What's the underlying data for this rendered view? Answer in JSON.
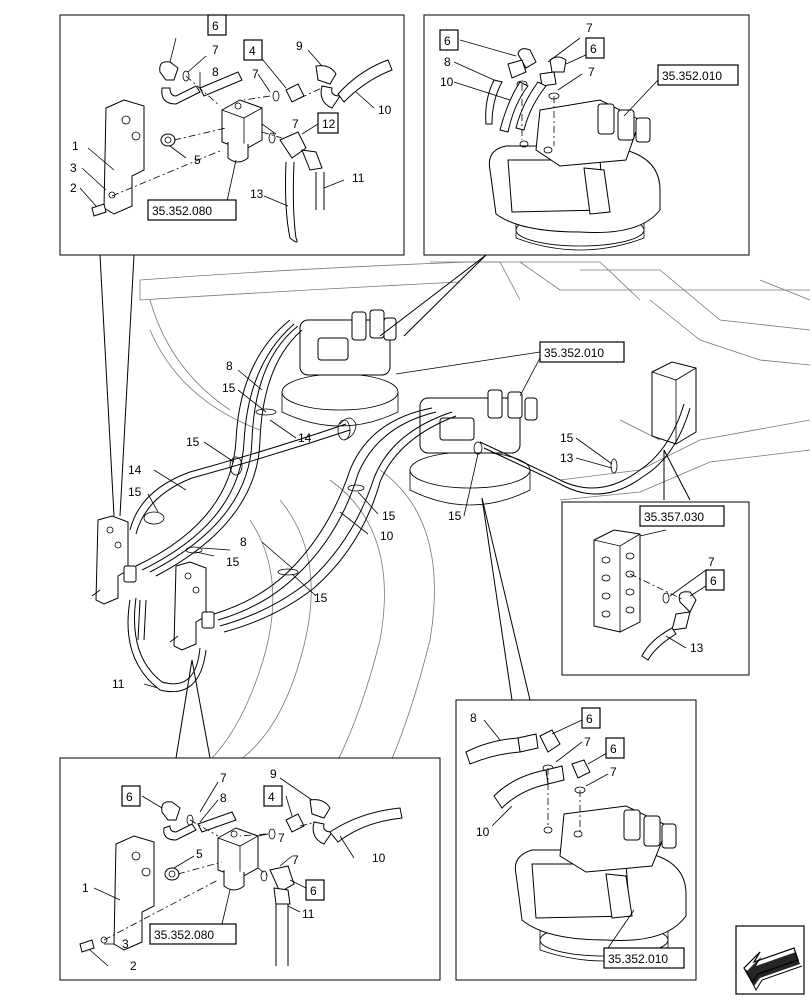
{
  "callouts": {
    "n1": "1",
    "n2": "2",
    "n3": "3",
    "n4": "4",
    "n5": "5",
    "n6": "6",
    "n7": "7",
    "n8": "8",
    "n9": "9",
    "n10": "10",
    "n11": "11",
    "n12": "12",
    "n13": "13",
    "n14": "14",
    "n15": "15"
  },
  "references": {
    "valve_block": "35.352.080",
    "motor": "35.352.010",
    "manifold": "35.357.030"
  },
  "nav": {
    "icon": "arrow-icon"
  }
}
